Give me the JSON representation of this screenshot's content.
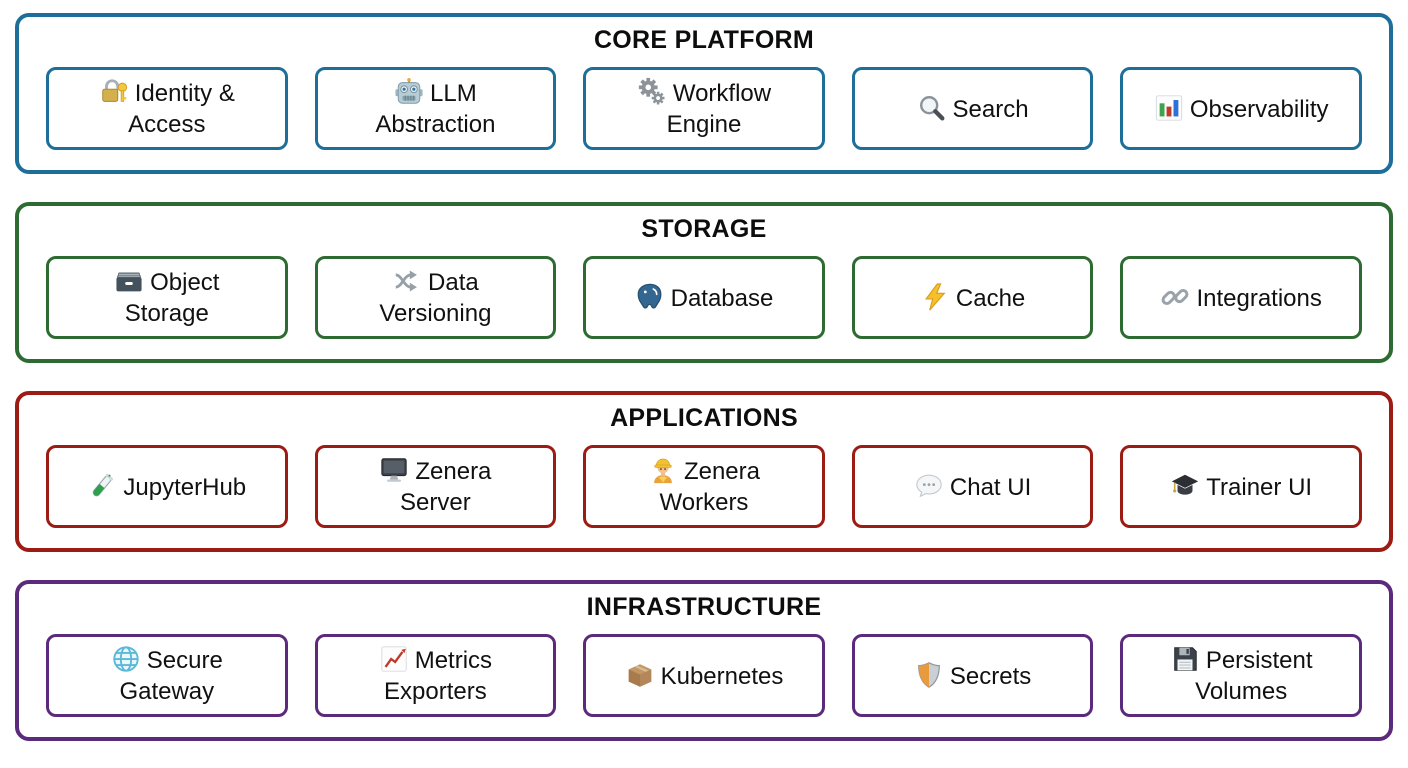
{
  "page": {
    "background": "#ffffff",
    "text_color": "#111111"
  },
  "sections": [
    {
      "title": "CORE PLATFORM",
      "color": "#1d6e99",
      "items": [
        {
          "label": "Identity & Access",
          "icon": "closed-lock-with-key"
        },
        {
          "label": "LLM Abstraction",
          "icon": "robot"
        },
        {
          "label": "Workflow Engine",
          "icon": "gears"
        },
        {
          "label": "Search",
          "icon": "magnifying-glass"
        },
        {
          "label": "Observability",
          "icon": "bar-chart"
        }
      ]
    },
    {
      "title": "STORAGE",
      "color": "#2e6b33",
      "items": [
        {
          "label": "Object Storage",
          "icon": "card-file-box"
        },
        {
          "label": "Data Versioning",
          "icon": "shuffle-arrows"
        },
        {
          "label": "Database",
          "icon": "postgresql-elephant"
        },
        {
          "label": "Cache",
          "icon": "lightning-bolt"
        },
        {
          "label": "Integrations",
          "icon": "chain-link"
        }
      ]
    },
    {
      "title": "APPLICATIONS",
      "color": "#9c1b12",
      "items": [
        {
          "label": "JupyterHub",
          "icon": "test-tube"
        },
        {
          "label": "Zenera Server",
          "icon": "desktop-computer"
        },
        {
          "label": "Zenera Workers",
          "icon": "construction-worker"
        },
        {
          "label": "Chat UI",
          "icon": "speech-balloon"
        },
        {
          "label": "Trainer UI",
          "icon": "graduation-cap"
        }
      ]
    },
    {
      "title": "INFRASTRUCTURE",
      "color": "#5b2a7d",
      "items": [
        {
          "label": "Secure Gateway",
          "icon": "globe-with-meridians"
        },
        {
          "label": "Metrics Exporters",
          "icon": "chart-increasing"
        },
        {
          "label": "Kubernetes",
          "icon": "package-box"
        },
        {
          "label": "Secrets",
          "icon": "shield"
        },
        {
          "label": "Persistent Volumes",
          "icon": "floppy-disk"
        }
      ]
    }
  ]
}
